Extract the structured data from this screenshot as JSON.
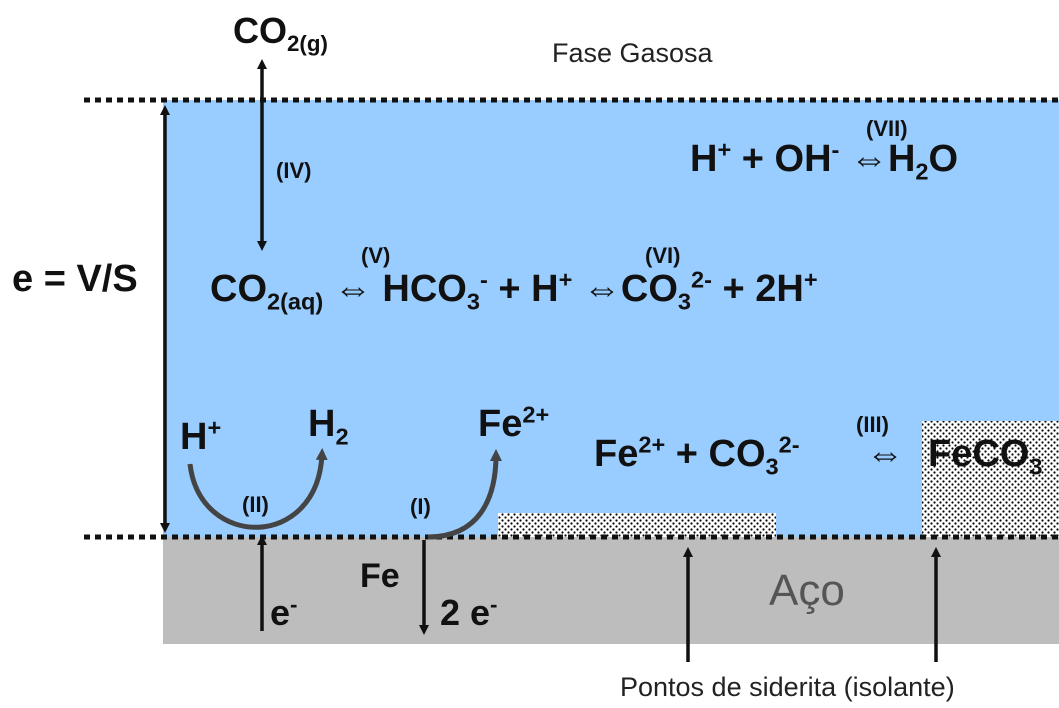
{
  "labels": {
    "gas_phase": "Fase Gasosa",
    "thickness": "e = V/S",
    "steel": "Aço",
    "siderite_points": "Pontos de siderita (isolante)",
    "co2_gas": {
      "base": "CO",
      "sub": "2(g)"
    },
    "co2_aq": {
      "base": "CO",
      "sub": "2(aq)"
    },
    "step_I": "(I)",
    "step_II": "(II)",
    "step_III": "(III)",
    "step_IV": "(IV)",
    "step_V": "(V)",
    "step_VI": "(VI)",
    "step_VII": "(VII)",
    "equiv_symbol": "⇔",
    "reaction_VII": {
      "h": "H",
      "h_sup": "+",
      "plus": "+ OH",
      "oh_sup": "-",
      "h2o": "H",
      "h2o_sub": "2",
      "h2o_end": "O"
    },
    "reaction_V_VI": {
      "hco3": "HCO",
      "hco3_sub": "3",
      "hco3_sup": "-",
      "plus_h": "+ H",
      "h_sup": "+",
      "co3": "CO",
      "co3_sub": "3",
      "co3_sup": "2-",
      "plus_2h": "+ 2H",
      "h2_sup": "+"
    },
    "h_plus": {
      "base": "H",
      "sup": "+"
    },
    "h2": {
      "base": "H",
      "sub": "2"
    },
    "fe2_plus": {
      "base": "Fe",
      "sup": "2+"
    },
    "reaction_III": {
      "fe": "Fe",
      "fe_sup": "2+",
      "plus_co3": "+ CO",
      "co3_sub": "3",
      "co3_sup": "2-",
      "feco3": "FeCO",
      "feco3_sub": "3"
    },
    "fe": "Fe",
    "electron": {
      "base": "e",
      "sup": "-"
    },
    "two_electrons": {
      "base": "2 e",
      "sup": "-"
    }
  },
  "colors": {
    "solution": "#99CCFF",
    "steel": "#BDBDBD",
    "steel_text": "#555555",
    "siderite_dots": "#000000",
    "arrows": "#111111",
    "curved_arrows": "#444444"
  }
}
